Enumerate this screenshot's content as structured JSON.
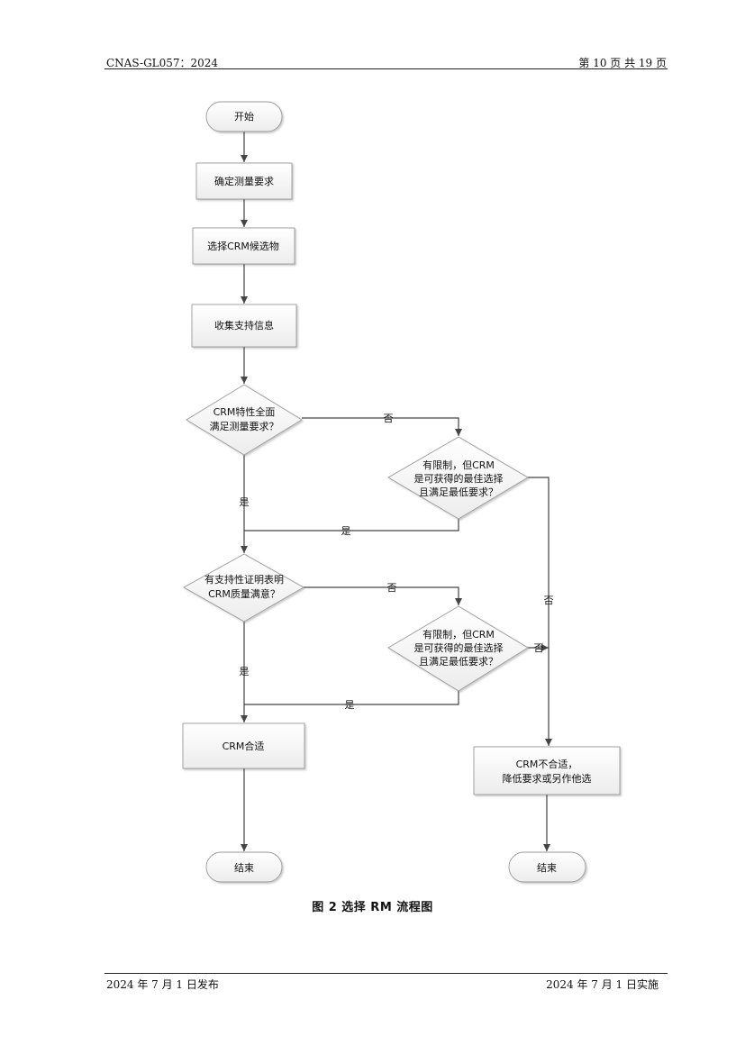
{
  "header": {
    "doc_id": "CNAS-GL057：2024",
    "page": "第 10 页  共 19 页"
  },
  "footer": {
    "published": "2024 年 7 月 1 日发布",
    "effective": "2024 年 7 月 1 日实施"
  },
  "caption": "图 2   选择 RM 流程图",
  "diagram": {
    "start": "开始",
    "step1": "确定测量要求",
    "step2": "选择CRM候选物",
    "step3": "收集支持信息",
    "decision1": [
      "CRM特性全面",
      "满足测量要求？"
    ],
    "decision2": [
      "有限制，但CRM",
      "是可获得的最佳选择",
      "且满足最低要求？"
    ],
    "decision3": [
      "有支持性证明表明",
      "CRM质量满意？"
    ],
    "decision4": [
      "有限制，但CRM",
      "是可获得的最佳选择",
      "且满足最低要求？"
    ],
    "suitable": "CRM合适",
    "unsuitable": [
      "CRM不合适，",
      "降低要求或另作他选"
    ],
    "end_left": "结束",
    "end_right": "结束",
    "edge_labels": {
      "no1": "否",
      "yes1": "是",
      "yes2": "是",
      "no_right": "否",
      "no3": "否",
      "no4": "否",
      "yes3": "是",
      "yes4": "是"
    }
  }
}
